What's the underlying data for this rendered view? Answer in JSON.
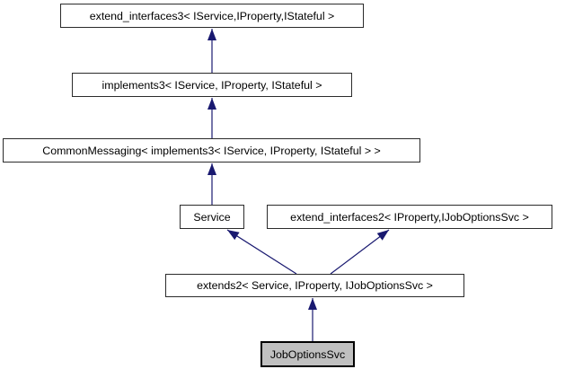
{
  "diagram": {
    "kind": "class-inheritance-graph",
    "nodes": [
      {
        "id": "extend_interfaces3",
        "label": "extend_interfaces3< IService,IProperty,IStateful >",
        "highlighted": false
      },
      {
        "id": "implements3",
        "label": "implements3< IService, IProperty, IStateful >",
        "highlighted": false
      },
      {
        "id": "CommonMessaging",
        "label": "CommonMessaging< implements3< IService, IProperty, IStateful > >",
        "highlighted": false
      },
      {
        "id": "Service",
        "label": "Service",
        "highlighted": false
      },
      {
        "id": "extend_interfaces2",
        "label": "extend_interfaces2< IProperty,IJobOptionsSvc >",
        "highlighted": false
      },
      {
        "id": "extends2",
        "label": "extends2< Service, IProperty, IJobOptionsSvc >",
        "highlighted": false
      },
      {
        "id": "JobOptionsSvc",
        "label": "JobOptionsSvc",
        "highlighted": true
      }
    ],
    "edges": [
      {
        "from": "implements3",
        "to": "extend_interfaces3",
        "type": "inheritance"
      },
      {
        "from": "CommonMessaging",
        "to": "implements3",
        "type": "inheritance"
      },
      {
        "from": "Service",
        "to": "CommonMessaging",
        "type": "inheritance"
      },
      {
        "from": "extends2",
        "to": "Service",
        "type": "inheritance"
      },
      {
        "from": "extends2",
        "to": "extend_interfaces2",
        "type": "inheritance"
      },
      {
        "from": "JobOptionsSvc",
        "to": "extends2",
        "type": "inheritance"
      }
    ],
    "colors": {
      "arrow": "#191970",
      "node_fill": "#ffffff",
      "node_border": "#2b2b2b",
      "highlight_fill": "#c0c0c0",
      "highlight_border": "#000000",
      "background": "#ffffff"
    }
  }
}
